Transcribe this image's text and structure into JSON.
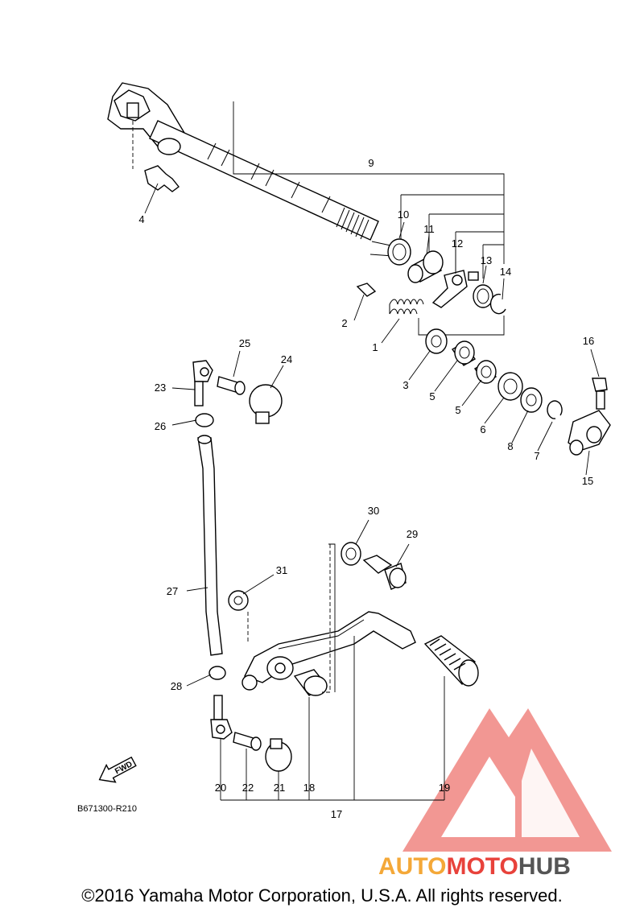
{
  "diagram": {
    "code": "B671300-R210",
    "fwd_label": "FWD",
    "callouts": [
      "1",
      "2",
      "3",
      "4",
      "5",
      "5",
      "6",
      "7",
      "8",
      "9",
      "10",
      "11",
      "12",
      "13",
      "14",
      "15",
      "16",
      "17",
      "18",
      "19",
      "20",
      "21",
      "22",
      "23",
      "24",
      "25",
      "26",
      "27",
      "28",
      "29",
      "30",
      "31"
    ]
  },
  "watermark": {
    "part1": "AUTO",
    "part2": "MOTO",
    "part3": "HUB",
    "color_red": "#e8423b",
    "color_orange": "#f4a838",
    "color_gray": "#555555"
  },
  "copyright": "©2016 Yamaha Motor Corporation, U.S.A. All rights reserved."
}
